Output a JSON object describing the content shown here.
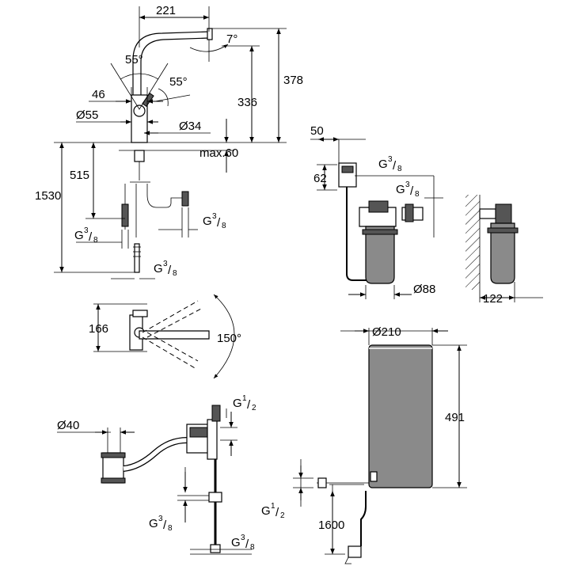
{
  "colors": {
    "line": "#000000",
    "body_fill": "#8a8a8a",
    "background": "#ffffff"
  },
  "faucet": {
    "spout_reach": "221",
    "spout_tilt": "7°",
    "lever_angle_1": "55°",
    "lever_angle_2": "55°",
    "offset": "46",
    "base_diameter": "Ø55",
    "hole_diameter": "Ø34",
    "height_total": "378",
    "height_body": "336",
    "deck_thickness": "max.60",
    "hose_length_short": "515",
    "hose_length_long": "1530",
    "thread_left": {
      "g": "G",
      "num": "3",
      "den": "8"
    },
    "thread_right": {
      "g": "G",
      "num": "3",
      "den": "8"
    },
    "thread_bottom": {
      "g": "G",
      "num": "3",
      "den": "8"
    }
  },
  "filter": {
    "head_offset": "50",
    "head_height": "62",
    "thread_top": {
      "g": "G",
      "num": "3",
      "den": "8"
    },
    "thread_side": {
      "g": "G",
      "num": "3",
      "den": "8"
    },
    "diameter": "Ø88",
    "wall_depth": "122"
  },
  "plan_view": {
    "depth": "166",
    "swivel_angle": "150°"
  },
  "mixing_valve": {
    "connector_diameter": "Ø40",
    "thread_top": {
      "g": "G",
      "num": "1",
      "den": "2"
    },
    "thread_mid": {
      "g": "G",
      "num": "3",
      "den": "8"
    },
    "thread_bottom": {
      "g": "G",
      "num": "3",
      "den": "8"
    }
  },
  "boiler": {
    "diameter": "Ø210",
    "height": "491",
    "thread": {
      "g": "G",
      "num": "1",
      "den": "2"
    },
    "cable_length": "1600"
  }
}
